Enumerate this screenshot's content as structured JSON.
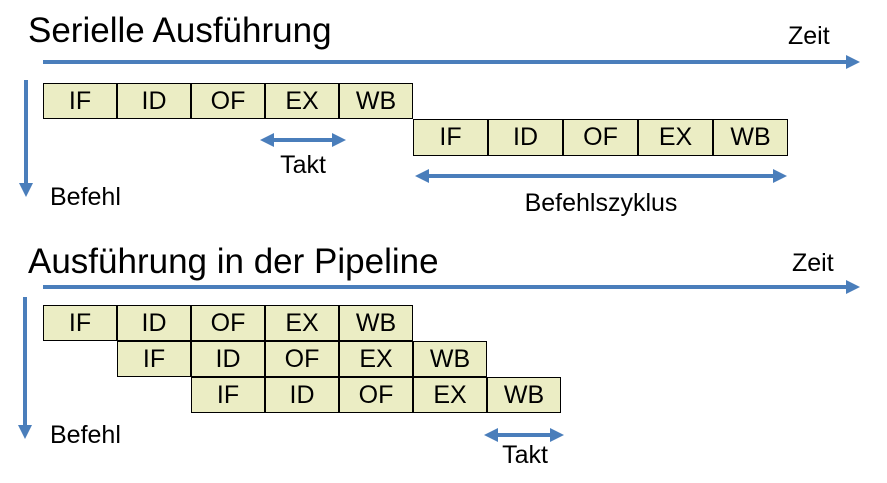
{
  "stages": [
    "IF",
    "ID",
    "OF",
    "EX",
    "WB"
  ],
  "serial_section": {
    "title": "Serielle Ausführung",
    "time_axis_label": "Zeit",
    "instruction_axis_label": "Befehl",
    "clock_label": "Takt",
    "instruction_cycle_label": "Befehlszyklus"
  },
  "pipeline_section": {
    "title": "Ausführung in der Pipeline",
    "time_axis_label": "Zeit",
    "instruction_axis_label": "Befehl",
    "clock_label": "Takt"
  },
  "colors": {
    "box_fill": "#ebedc4",
    "box_border": "#000000",
    "arrow_blue": "#4a7ebb",
    "text": "#000000"
  }
}
